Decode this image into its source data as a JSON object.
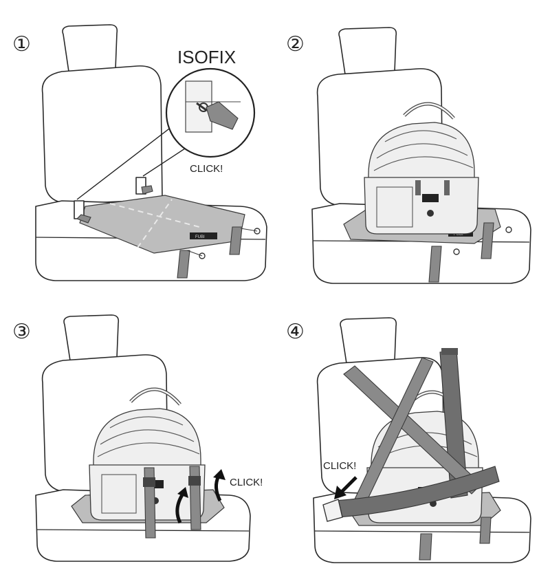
{
  "steps": [
    {
      "number": "①",
      "label": "ISOFIX",
      "callout": "CLICK!",
      "tag": "FUBI"
    },
    {
      "number": "②",
      "tag": "FUBI"
    },
    {
      "number": "③",
      "callout": "CLICK!"
    },
    {
      "number": "④",
      "callout": "CLICK!"
    }
  ],
  "colors": {
    "outline": "#2a2a2a",
    "strap": "#8a8a8a",
    "mat": "#bdbdbd",
    "carrier": "#efefef"
  }
}
